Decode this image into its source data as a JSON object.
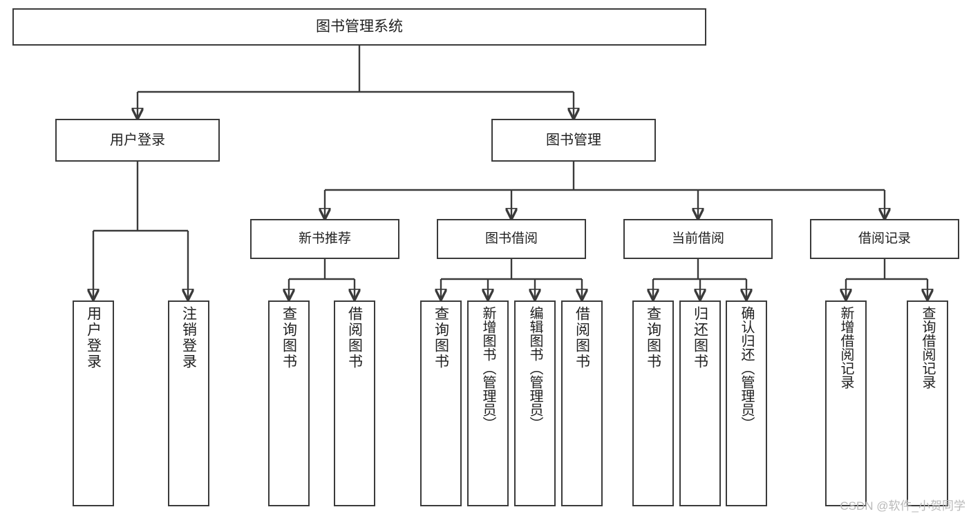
{
  "diagram": {
    "type": "tree",
    "title": "图书管理系统",
    "watermark": "CSDN @软件_小贺同学",
    "colors": {
      "stroke": "#3a3a3a",
      "fill": "#ffffff",
      "text": "#1f1f1f",
      "watermark": "#b9b9b9"
    },
    "levels": [
      {
        "level": 0,
        "nodes": [
          "图书管理系统"
        ]
      },
      {
        "level": 1,
        "nodes": [
          "用户登录",
          "图书管理"
        ]
      },
      {
        "level": 2,
        "nodes": [
          "新书推荐",
          "图书借阅",
          "当前借阅",
          "借阅记录"
        ]
      },
      {
        "level": 3,
        "nodes": [
          "用户登录",
          "注销登录",
          "查询图书",
          "借阅图书",
          "查询图书",
          "新增图书（管理员）",
          "编辑图书（管理员）",
          "借阅图书",
          "查询图书",
          "归还图书",
          "确认归还（管理员）",
          "新增借阅记录",
          "查询借阅记录"
        ]
      }
    ],
    "nodes": {
      "root": {
        "label": "图书管理系统"
      },
      "user_login": {
        "label": "用户登录"
      },
      "book_mgmt": {
        "label": "图书管理"
      },
      "new_book_rec": {
        "label": "新书推荐"
      },
      "book_borrow": {
        "label": "图书借阅"
      },
      "current_borrow": {
        "label": "当前借阅"
      },
      "borrow_record": {
        "label": "借阅记录"
      },
      "leaf_user_login": {
        "label": "用户登录"
      },
      "leaf_logout": {
        "label": "注销登录"
      },
      "leaf_query_book_a": {
        "label": "查询图书"
      },
      "leaf_borrow_book_a": {
        "label": "借阅图书"
      },
      "leaf_query_book_b": {
        "label": "查询图书"
      },
      "leaf_add_book": {
        "label": "新增图书（管理员）"
      },
      "leaf_edit_book": {
        "label": "编辑图书（管理员）"
      },
      "leaf_borrow_book_b": {
        "label": "借阅图书"
      },
      "leaf_query_book_c": {
        "label": "查询图书"
      },
      "leaf_return_book": {
        "label": "归还图书"
      },
      "leaf_confirm_return": {
        "label": "确认归还（管理员）"
      },
      "leaf_add_record": {
        "label": "新增借阅记录"
      },
      "leaf_query_record": {
        "label": "查询借阅记录"
      }
    },
    "edges": [
      {
        "from": "root",
        "to": "user_login"
      },
      {
        "from": "root",
        "to": "book_mgmt"
      },
      {
        "from": "user_login",
        "to": "leaf_user_login"
      },
      {
        "from": "user_login",
        "to": "leaf_logout"
      },
      {
        "from": "book_mgmt",
        "to": "new_book_rec"
      },
      {
        "from": "book_mgmt",
        "to": "book_borrow"
      },
      {
        "from": "book_mgmt",
        "to": "current_borrow"
      },
      {
        "from": "book_mgmt",
        "to": "borrow_record"
      },
      {
        "from": "new_book_rec",
        "to": "leaf_query_book_a"
      },
      {
        "from": "new_book_rec",
        "to": "leaf_borrow_book_a"
      },
      {
        "from": "book_borrow",
        "to": "leaf_query_book_b"
      },
      {
        "from": "book_borrow",
        "to": "leaf_add_book"
      },
      {
        "from": "book_borrow",
        "to": "leaf_edit_book"
      },
      {
        "from": "book_borrow",
        "to": "leaf_borrow_book_b"
      },
      {
        "from": "current_borrow",
        "to": "leaf_query_book_c"
      },
      {
        "from": "current_borrow",
        "to": "leaf_return_book"
      },
      {
        "from": "current_borrow",
        "to": "leaf_confirm_return"
      },
      {
        "from": "borrow_record",
        "to": "leaf_add_record"
      },
      {
        "from": "borrow_record",
        "to": "leaf_query_record"
      }
    ]
  }
}
